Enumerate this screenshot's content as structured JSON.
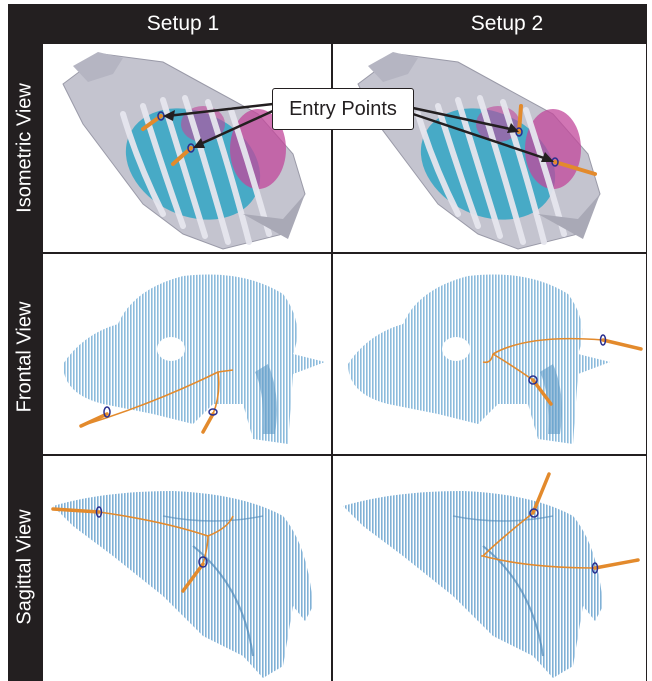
{
  "columns": [
    "Setup 1",
    "Setup 2"
  ],
  "rows": [
    "Isometric View",
    "Frontal View",
    "Sagittal View"
  ],
  "callout": {
    "label": "Entry Points"
  },
  "colors": {
    "frame": "#231f20",
    "bone": "#b9b9c4",
    "lung_teal": "#3aa7c4",
    "tissue_magenta": "#c2479b",
    "point_cloud": "#7fb3d8",
    "needle": "#e38a2c",
    "entry_marker": "#2a2f8f"
  }
}
